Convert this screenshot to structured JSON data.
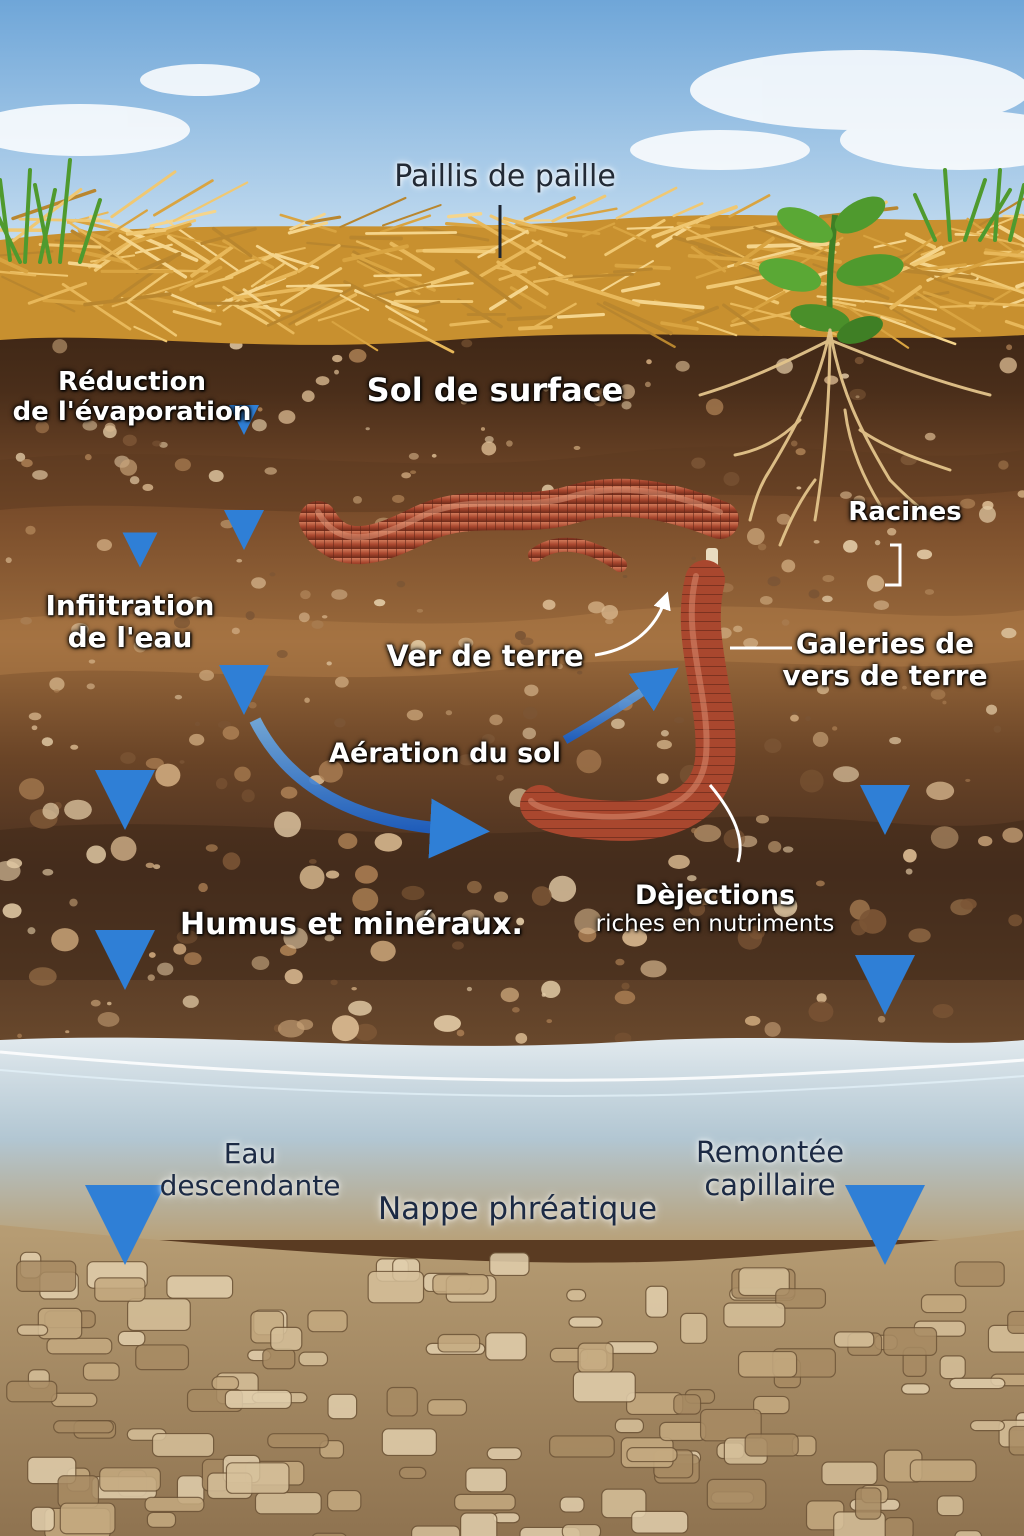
{
  "labels": {
    "paillis": "Paillis de paille",
    "sol_surface": "Sol de surface",
    "reduction_line1": "Réduction",
    "reduction_line2": "de l'évaporation",
    "racines": "Racines",
    "infiltration_line1": "Infiitration",
    "infiltration_line2": "de l'eau",
    "ver_de_terre": "Ver de terre",
    "galeries_line1": "Galeries de",
    "galeries_line2": "vers de terre",
    "aeration": "Aération du sol",
    "humus": "Humus et minéraux.",
    "dejections_line1": "Dèjections",
    "dejections_line2": "riches en nutriments",
    "eau_line1": "Eau",
    "eau_line2": "descendante",
    "nappe": "Nappe phréatique",
    "remontee_line1": "Remontée",
    "remontee_line2": "capillaire"
  },
  "colors": {
    "sky_top": "#6fa6d8",
    "sky_bottom": "#d6e8f5",
    "straw": "#d9a441",
    "topsoil": "#3e2716",
    "midsoil": "#8a5a33",
    "humus": "#4a3020",
    "water": "#cfe2ee",
    "bedrock": "#b89a70",
    "worm": "#b0563a",
    "arrow": "#2f7fd6",
    "leaf": "#4f9a2e"
  },
  "icons": [
    "earthworm",
    "plant",
    "roots",
    "water-arrow",
    "straw-mulch",
    "grass"
  ]
}
